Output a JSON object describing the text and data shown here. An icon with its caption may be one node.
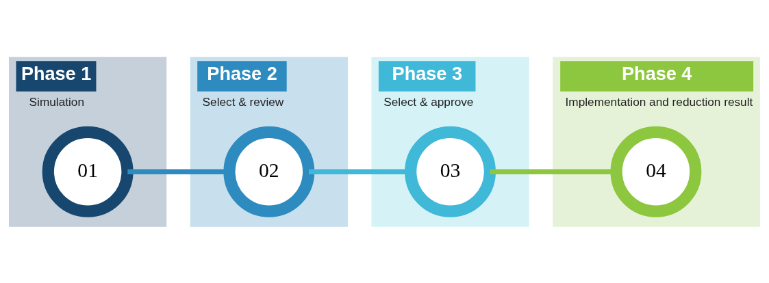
{
  "diagram": {
    "nodes": [
      {
        "text": [
          "Phase 1",
          "Simulation"
        ]
      },
      {
        "text": [
          "01"
        ],
        "in": 0
      },
      {
        "text": [
          "Phase 2",
          "Select & review"
        ]
      },
      {
        "text": [
          "02"
        ],
        "in": 2
      },
      {
        "text": [
          "Phase 3",
          "Select & approve"
        ]
      },
      {
        "text": [
          "03"
        ],
        "in": 4
      },
      {
        "text": [
          "Phase 4",
          "Implementation and reduction result"
        ]
      },
      {
        "text": [
          "04"
        ],
        "in": 6
      }
    ],
    "edges": [
      {
        "from": 1,
        "to": 3,
        "arrow": "none",
        "color": "#2e8bbf"
      },
      {
        "from": 3,
        "to": 5,
        "arrow": "none",
        "color": "#40b8d8"
      },
      {
        "from": 5,
        "to": 7,
        "arrow": "none",
        "color": "#8dc63f"
      }
    ]
  }
}
